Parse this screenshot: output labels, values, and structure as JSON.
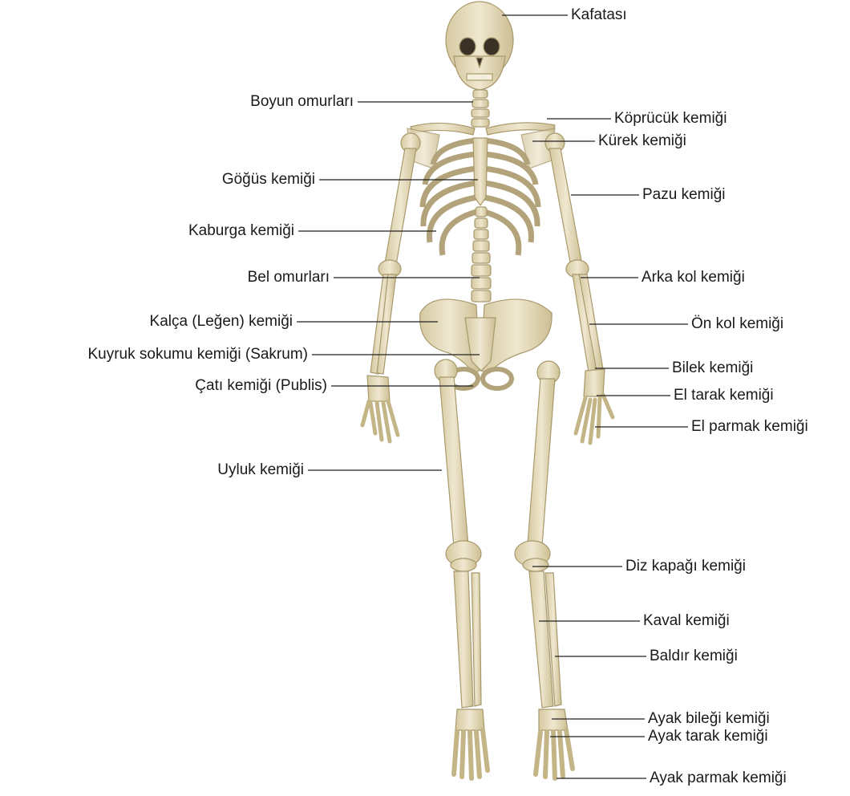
{
  "labels_left": [
    "Boyun omurları",
    "Göğüs kemiği",
    "Kaburga kemiği",
    "Bel omurları",
    "Kalça (Leğen) kemiği",
    "Kuyruk sokumu kemiği (Sakrum)",
    "Çatı kemiği (Publis)",
    "Uyluk kemiği"
  ],
  "labels_right": [
    "Kafatası",
    "Köprücük kemiği",
    "Kürek kemiği",
    "Pazu kemiği",
    "Arka kol kemiği",
    "Ön kol kemiği",
    "Bilek kemiği",
    "El tarak kemiği",
    "El parmak kemiği",
    "Diz kapağı kemiği",
    "Kaval kemiği",
    "Baldır kemiği",
    "Ayak bileği kemiği",
    "Ayak tarak kemiği",
    "Ayak parmak kemiği"
  ],
  "colors": {
    "bone": "#ece3c8",
    "bone_shade": "#cbbd92",
    "leader_line": "#222222",
    "text": "#1a1a1a"
  }
}
